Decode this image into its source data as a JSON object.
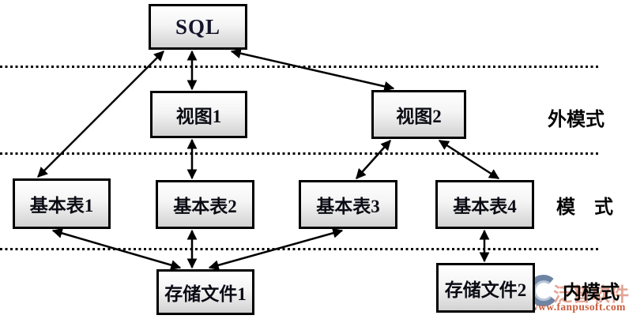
{
  "nodes": {
    "sql": "SQL",
    "view1": "视图1",
    "view2": "视图2",
    "table1": "基本表1",
    "table2": "基本表2",
    "table3": "基本表3",
    "table4": "基本表4",
    "file1": "存储文件1",
    "file2": "存储文件2"
  },
  "level_labels": {
    "external": "外模式",
    "schema": "模　式",
    "internal": "内模式"
  },
  "edges": [
    {
      "from": "sql",
      "to": "table1",
      "bidirectional": true
    },
    {
      "from": "sql",
      "to": "view1",
      "bidirectional": true
    },
    {
      "from": "sql",
      "to": "view2",
      "bidirectional": true
    },
    {
      "from": "view1",
      "to": "table2",
      "bidirectional": true
    },
    {
      "from": "view2",
      "to": "table3",
      "bidirectional": true
    },
    {
      "from": "view2",
      "to": "table4",
      "bidirectional": true
    },
    {
      "from": "table1",
      "to": "file1",
      "bidirectional": true
    },
    {
      "from": "table2",
      "to": "file1",
      "bidirectional": true
    },
    {
      "from": "table3",
      "to": "file1",
      "bidirectional": true
    },
    {
      "from": "table4",
      "to": "file2",
      "bidirectional": true
    }
  ],
  "watermark": {
    "logo_text": "泛普软件",
    "url": "www.fanpusoft.com"
  },
  "colors": {
    "box_border": "#000000",
    "box_fill_top": "#ffffff",
    "box_fill_bottom": "#d2d2d2",
    "arrow": "#000000",
    "divider": "#000000",
    "watermark_logo_blue": "#6d84a3",
    "watermark_logo_text": "#e4a494",
    "watermark_url_text": "#c95f3f"
  }
}
